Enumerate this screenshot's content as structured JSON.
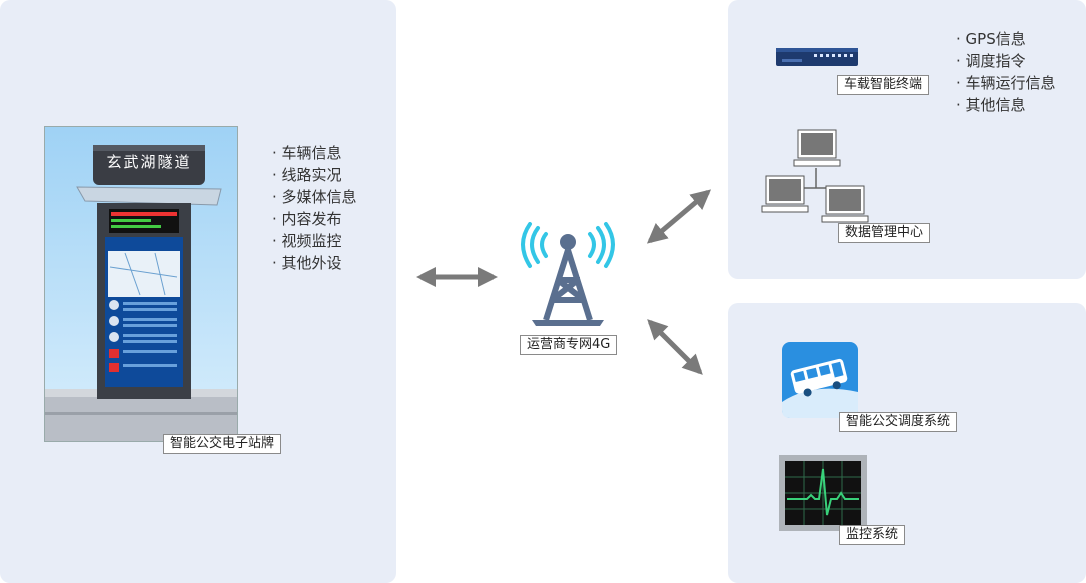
{
  "left": {
    "sign_label": "智能公交电子站牌",
    "shelter_name": "玄武湖隧道",
    "bullets": [
      "车辆信息",
      "线路实况",
      "多媒体信息",
      "内容发布",
      "视频监控",
      "其他外设"
    ]
  },
  "center": {
    "tower_label": "运营商专网4G"
  },
  "top_right": {
    "terminal_label": "车载智能终端",
    "bullets": [
      "GPS信息",
      "调度指令",
      "车辆运行信息",
      "其他信息"
    ],
    "datacenter_label": "数据管理中心"
  },
  "bottom_right": {
    "bus_system_label": "智能公交调度系统",
    "monitor_label": "监控系统"
  },
  "colors": {
    "panel": "#e8edf7",
    "arrow": "#7a7a7a",
    "tower": "#5a6f8f",
    "signal": "#33c6e6",
    "bus": "#2a8fe0"
  }
}
